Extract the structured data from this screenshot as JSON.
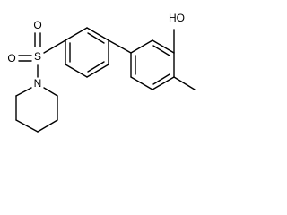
{
  "molecule": {
    "atoms": {
      "hydroxyl": "HO",
      "sulfur": "S",
      "oxygen_top": "O",
      "oxygen_left": "O",
      "nitrogen": "N"
    }
  }
}
